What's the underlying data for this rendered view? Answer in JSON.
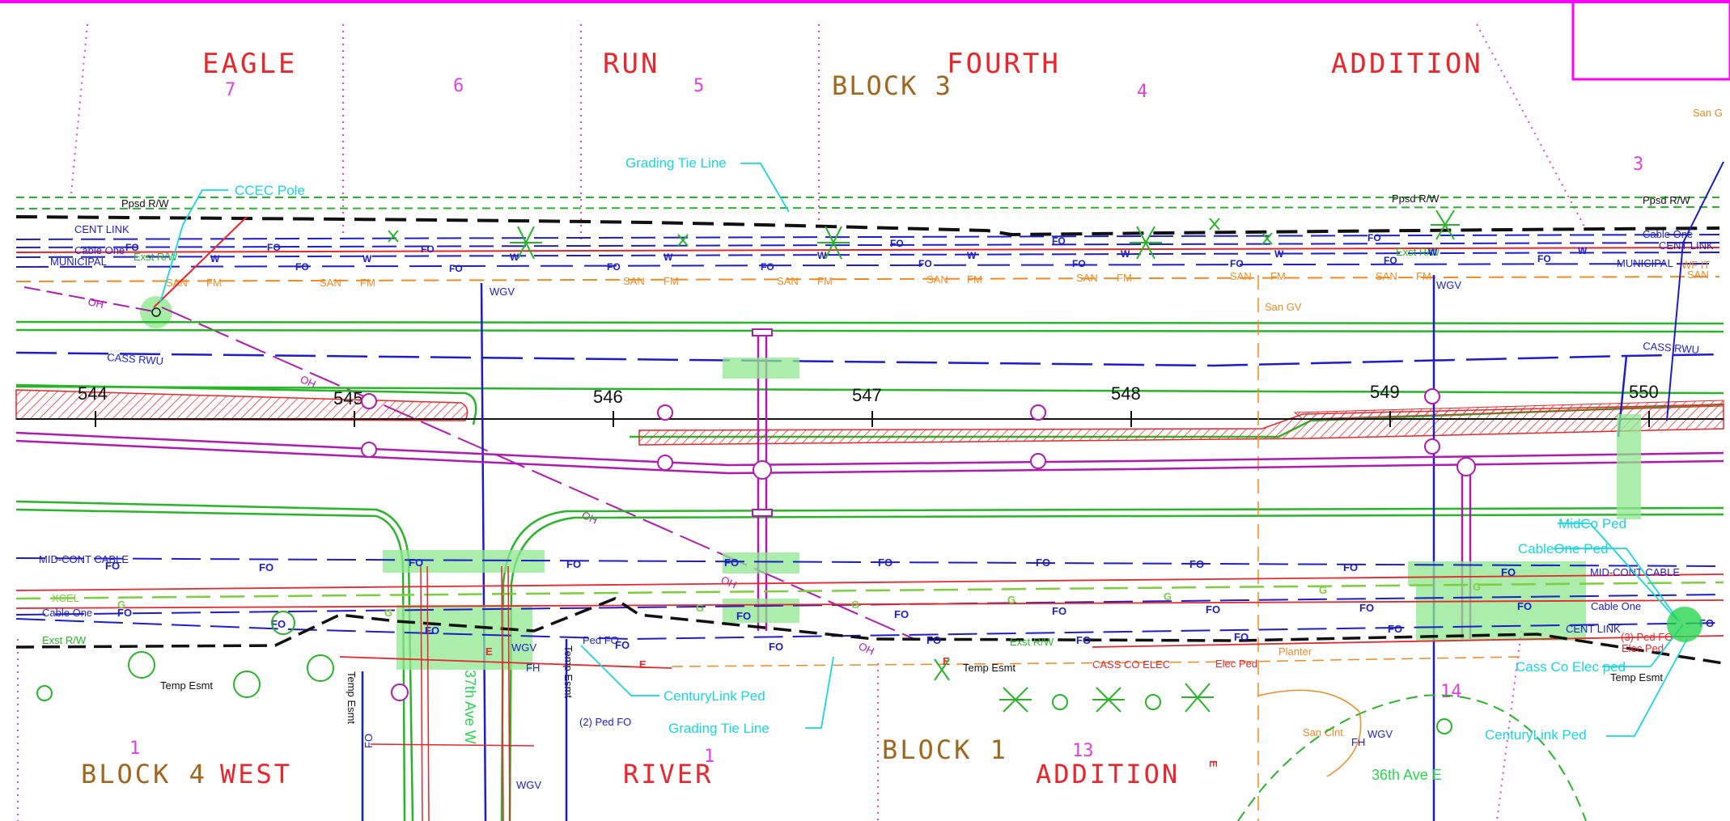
{
  "colors": {
    "border": "#ff00ff",
    "subdivision": "#e8262b",
    "lot": "#e040e0",
    "block": "#a0661e",
    "water": "#1d1dcc",
    "fiber": "#1d1dcc",
    "sanitary": "#f08a22",
    "curb": "#28b528",
    "gas": "#7ccf3c",
    "row": "#111111",
    "callout": "#18d6e0",
    "electric": "#dd1111",
    "overhead": "#b01ab0",
    "highlight": "#90e890"
  },
  "subdivision_top": [
    "EAGLE",
    "RUN",
    "FOURTH",
    "ADDITION"
  ],
  "block_top": "BLOCK 3",
  "lots_top": [
    "7",
    "6",
    "5",
    "4",
    "3"
  ],
  "subdivision_bottom_left": [
    "BLOCK 4",
    "WEST",
    "RIVER"
  ],
  "subdivision_bottom_right": [
    "BLOCK 1",
    "ADDITION"
  ],
  "lots_bottom": [
    "1",
    "1",
    "13",
    "14"
  ],
  "stations": [
    "544",
    "545",
    "546",
    "547",
    "548",
    "549",
    "550"
  ],
  "callouts": {
    "ccec_pole": "CCEC Pole",
    "grading_tie_top": "Grading Tie Line",
    "grading_tie_bottom": "Grading Tie Line",
    "centurylink_ped_left": "CenturyLink Ped",
    "centurylink_ped_right": "CenturyLink Ped",
    "midco_ped": "MidCo Ped",
    "cableone_ped": "CableOne Ped",
    "cass_co_elec_ped": "Cass Co Elec ped"
  },
  "labels": {
    "ppsd_row_left": "Ppsd R/W",
    "ppsd_row_mid": "Ppsd R/W",
    "ppsd_row_right": "Ppsd R/W",
    "cent_link": "CENT LINK",
    "cable_one": "Cable One",
    "municipal": "MUNICIPAL",
    "exst_row": "Exst R/W",
    "san": "SAN",
    "fm": "FM",
    "wgv": "WGV",
    "oh": "OH",
    "cass_rwu_left": "CASS RWU",
    "cass_rwu_right": "CASS RWU",
    "san_gv": "San GV",
    "san_g": "San G",
    "mid_cont_cable": "MID-CONT CABLE",
    "xcel": "XCEL",
    "cable_one_low": "Cable One",
    "exst_row_low": "Exst R/W",
    "temp_esmt": "Temp Esmt",
    "ave_37": "37th Ave W",
    "ave_36": "36th Ave E",
    "fh": "FH",
    "ped_fo": "Ped FO",
    "ped_fo_2": "(2) Ped FO",
    "cass_co_elec": "CASS CO ELEC",
    "elec_ped": "Elec Ped",
    "planter": "Planter",
    "san_cint": "San Clnt",
    "mid_cont_cable_right": "MID-CONT CABLE",
    "cable_one_right": "Cable One",
    "cent_link_right": "CENT LINK",
    "ped_fo_3": "(3) Ped FO",
    "elec_ped_right": "Elec Ped",
    "municipal_right": "MUNICIPAL",
    "wf_it": "WF IT",
    "cable_one_top_right": "Cable One",
    "cent_link_top_right": "CENT LINK",
    "exst_row_right": "Exst R/W",
    "e": "E",
    "g": "G",
    "fo": "FO",
    "w": "W"
  }
}
